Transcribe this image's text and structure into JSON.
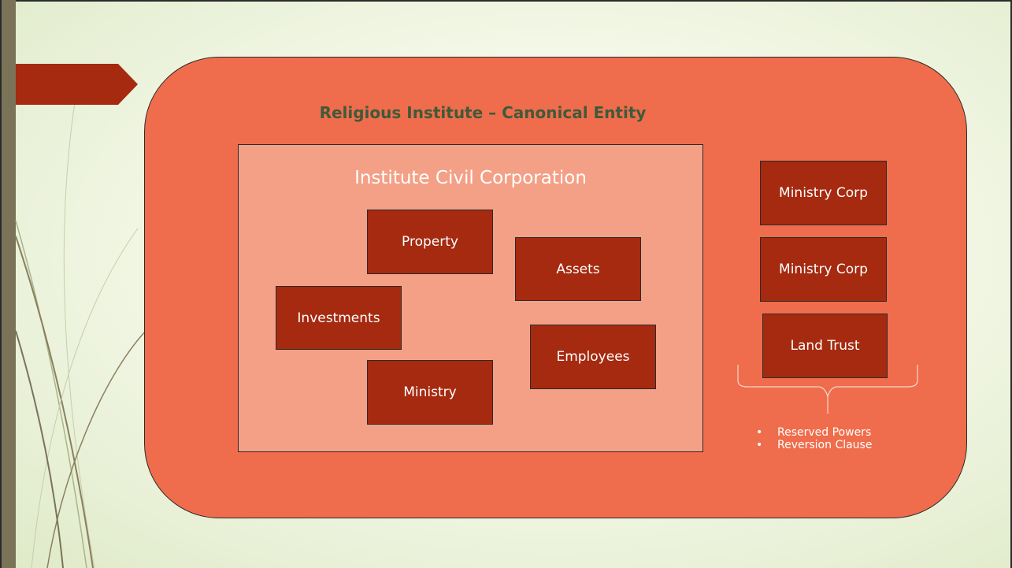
{
  "diagram": {
    "outer_title": "Religious Institute – Canonical Entity",
    "inner_title": "Institute Civil Corporation",
    "inner_boxes": [
      "Property",
      "Assets",
      "Investments",
      "Employees",
      "Ministry"
    ],
    "side_boxes": [
      "Ministry Corp",
      "Ministry Corp",
      "Land Trust"
    ],
    "bullets": [
      "Reserved Powers",
      "Reversion Clause"
    ]
  },
  "colors": {
    "outer_fill": "#ef6d4c",
    "inner_fill": "#f3a086",
    "box_fill": "#a52a10",
    "title_text": "#3f5a3a",
    "left_bar": "#7a7358"
  }
}
